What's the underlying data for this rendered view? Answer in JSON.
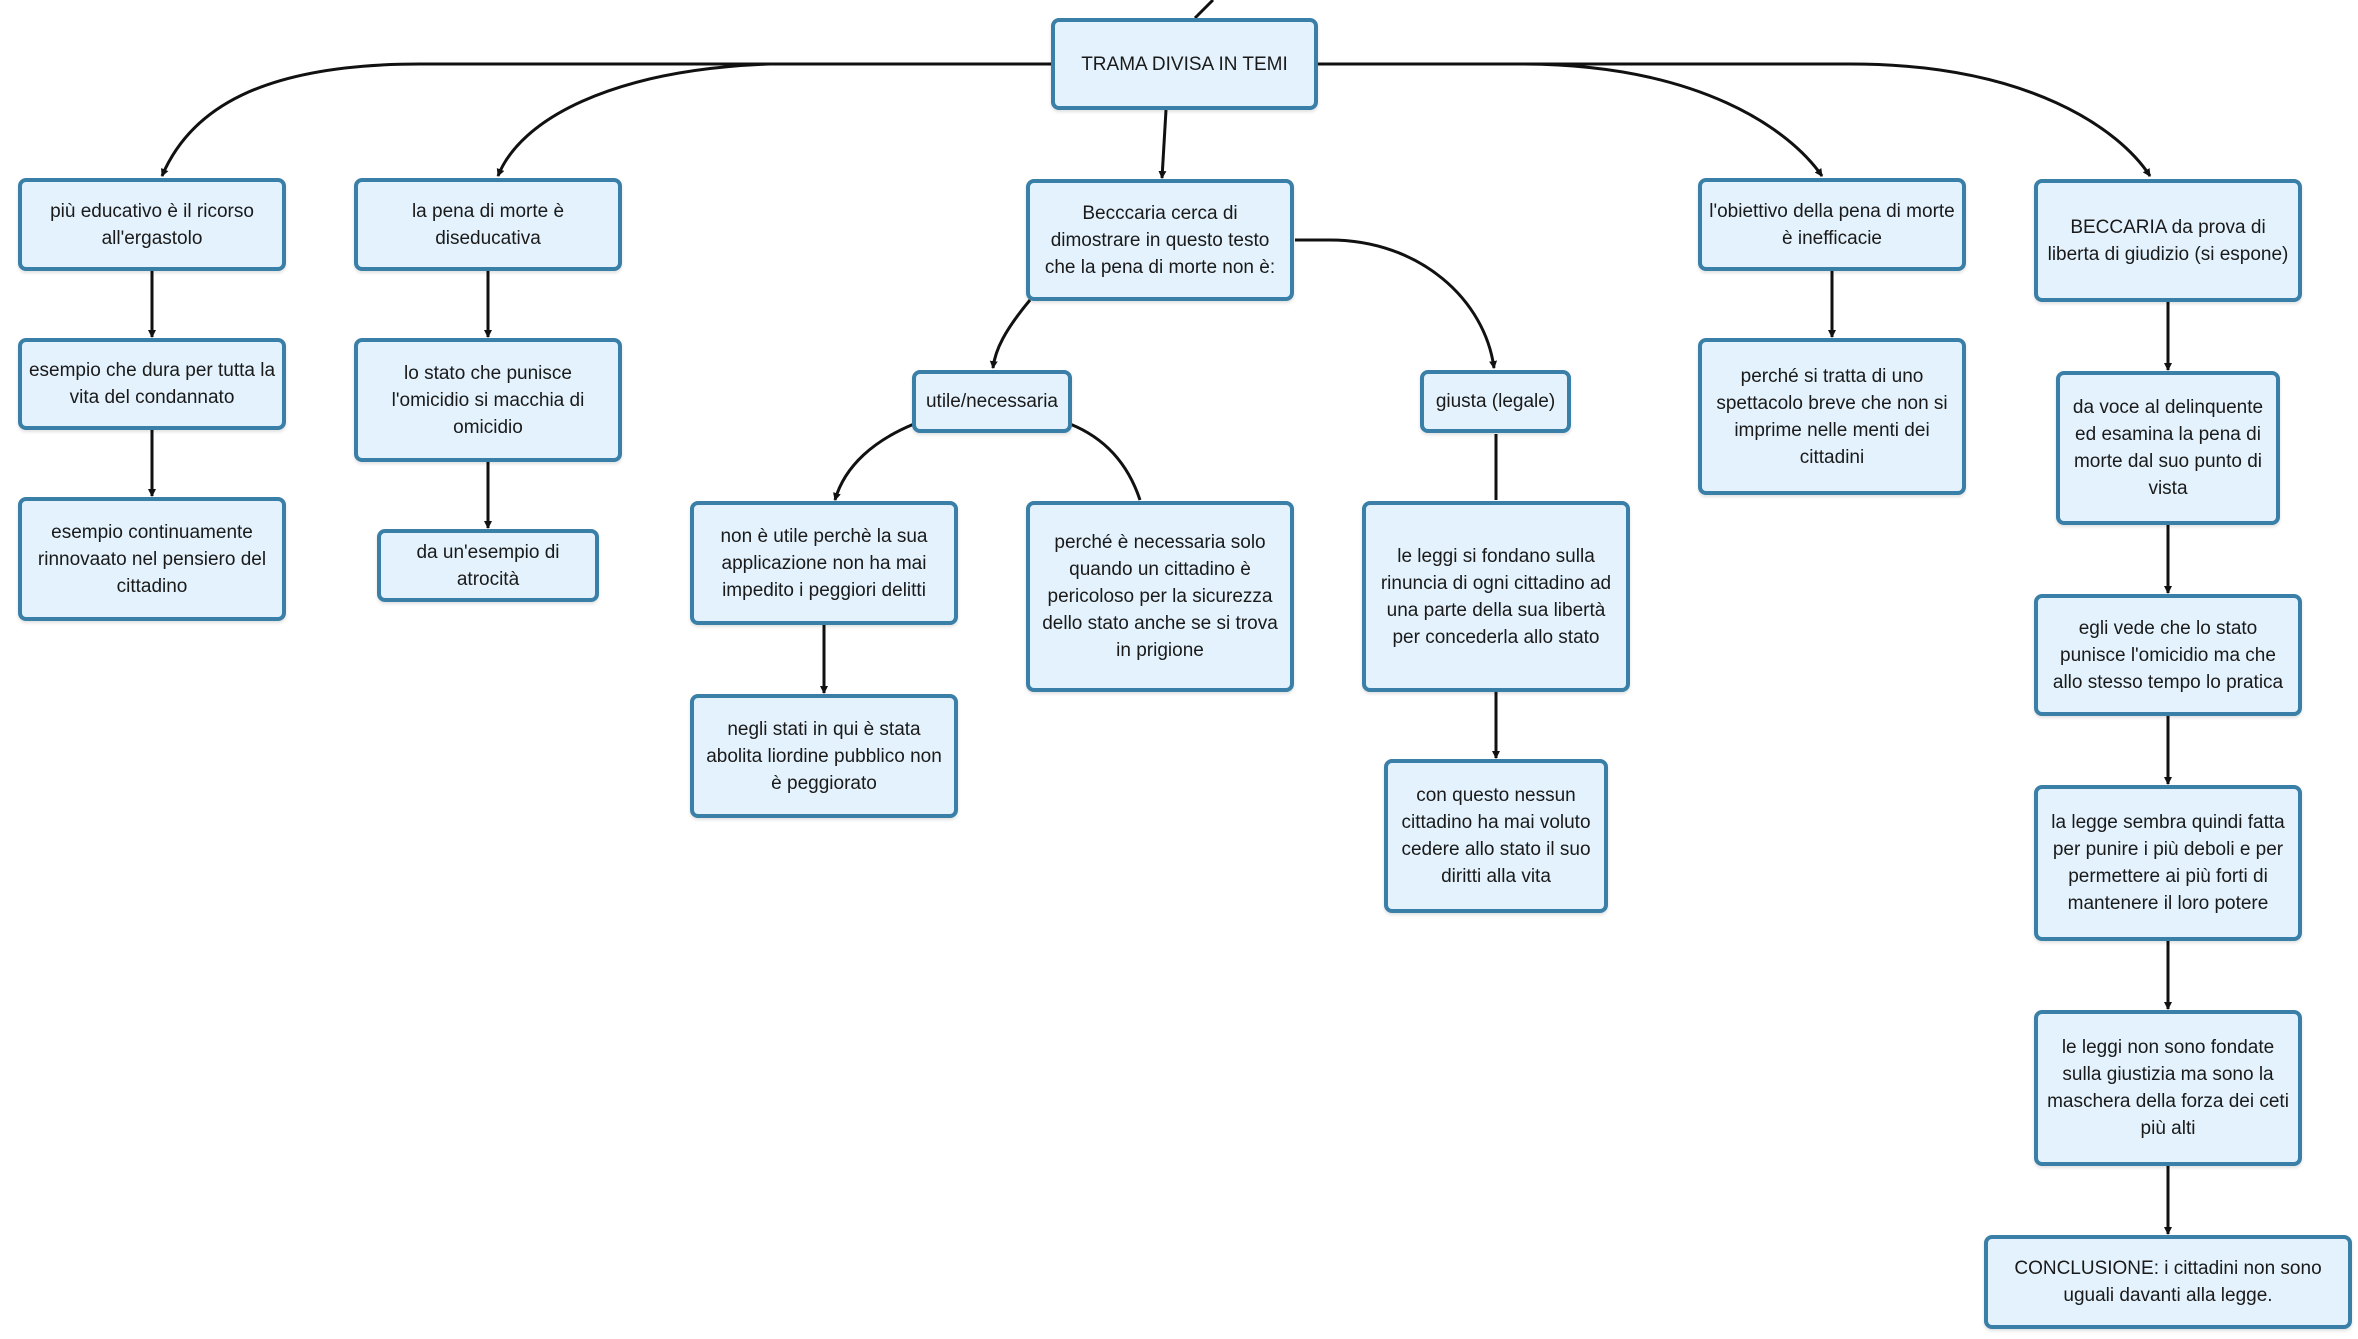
{
  "diagram": {
    "colors": {
      "node_fill": "#e3f2fc",
      "node_border": "#3a7fa8",
      "connector": "#111111"
    },
    "nodes": [
      {
        "id": "root",
        "text": "TRAMA DIVISA IN TEMI"
      },
      {
        "id": "educativo",
        "text": "più educativo è il ricorso all'ergastolo"
      },
      {
        "id": "esempio-vita",
        "text": "esempio che dura per tutta la vita del condannato"
      },
      {
        "id": "esempio-rinnovato",
        "text": "esempio continuamente rinnovaato nel pensiero del cittadino"
      },
      {
        "id": "diseducativa",
        "text": "la pena di morte è diseducativa"
      },
      {
        "id": "stato-omicidio",
        "text": "lo stato che punisce l'omicidio si macchia di omicidio"
      },
      {
        "id": "atrocita",
        "text": "da un'esempio di atrocità"
      },
      {
        "id": "beccaria-dimostrare",
        "text": "Becccaria cerca di dimostrare in questo testo che la pena di morte non è:"
      },
      {
        "id": "utile",
        "text": "utile/necessaria"
      },
      {
        "id": "non-utile",
        "text": "non è utile perchè la sua applicazione non ha mai impedito i peggiori delitti"
      },
      {
        "id": "stati-abolita",
        "text": "negli stati in qui è stata abolita liordine pubblico non è peggiorato"
      },
      {
        "id": "necessaria-solo",
        "text": "perché è necessaria solo quando un cittadino è pericoloso per la sicurezza dello stato anche se si trova in prigione"
      },
      {
        "id": "giusta",
        "text": "giusta (legale)"
      },
      {
        "id": "leggi-rinuncia",
        "text": "le leggi si fondano sulla rinuncia di ogni cittadino ad una parte della sua libertà per concederla allo stato"
      },
      {
        "id": "nessun-cittadino",
        "text": "con questo nessun cittadino ha mai voluto cedere allo stato il suo diritti alla vita"
      },
      {
        "id": "obiettivo",
        "text": "l'obiettivo della pena di morte è inefficacie"
      },
      {
        "id": "spettacolo",
        "text": "perché si tratta di uno spettacolo breve che non si imprime nelle menti dei cittadini"
      },
      {
        "id": "beccaria-prova",
        "text": "BECCARIA da prova di liberta di giudizio (si espone)"
      },
      {
        "id": "da-voce",
        "text": "da voce al delinquente ed esamina la pena di morte dal suo punto di vista"
      },
      {
        "id": "egli-vede",
        "text": "egli vede che lo stato punisce l'omicidio ma che allo stesso tempo lo pratica"
      },
      {
        "id": "legge-sembra",
        "text": "la legge sembra quindi fatta per punire i più deboli e per permettere ai più forti di mantenere il loro potere"
      },
      {
        "id": "leggi-non-fondate",
        "text": "le leggi non sono fondate sulla giustizia ma sono la maschera della forza dei ceti più alti"
      },
      {
        "id": "conclusione",
        "text": "CONCLUSIONE: i cittadini non sono uguali davanti alla legge."
      }
    ]
  }
}
